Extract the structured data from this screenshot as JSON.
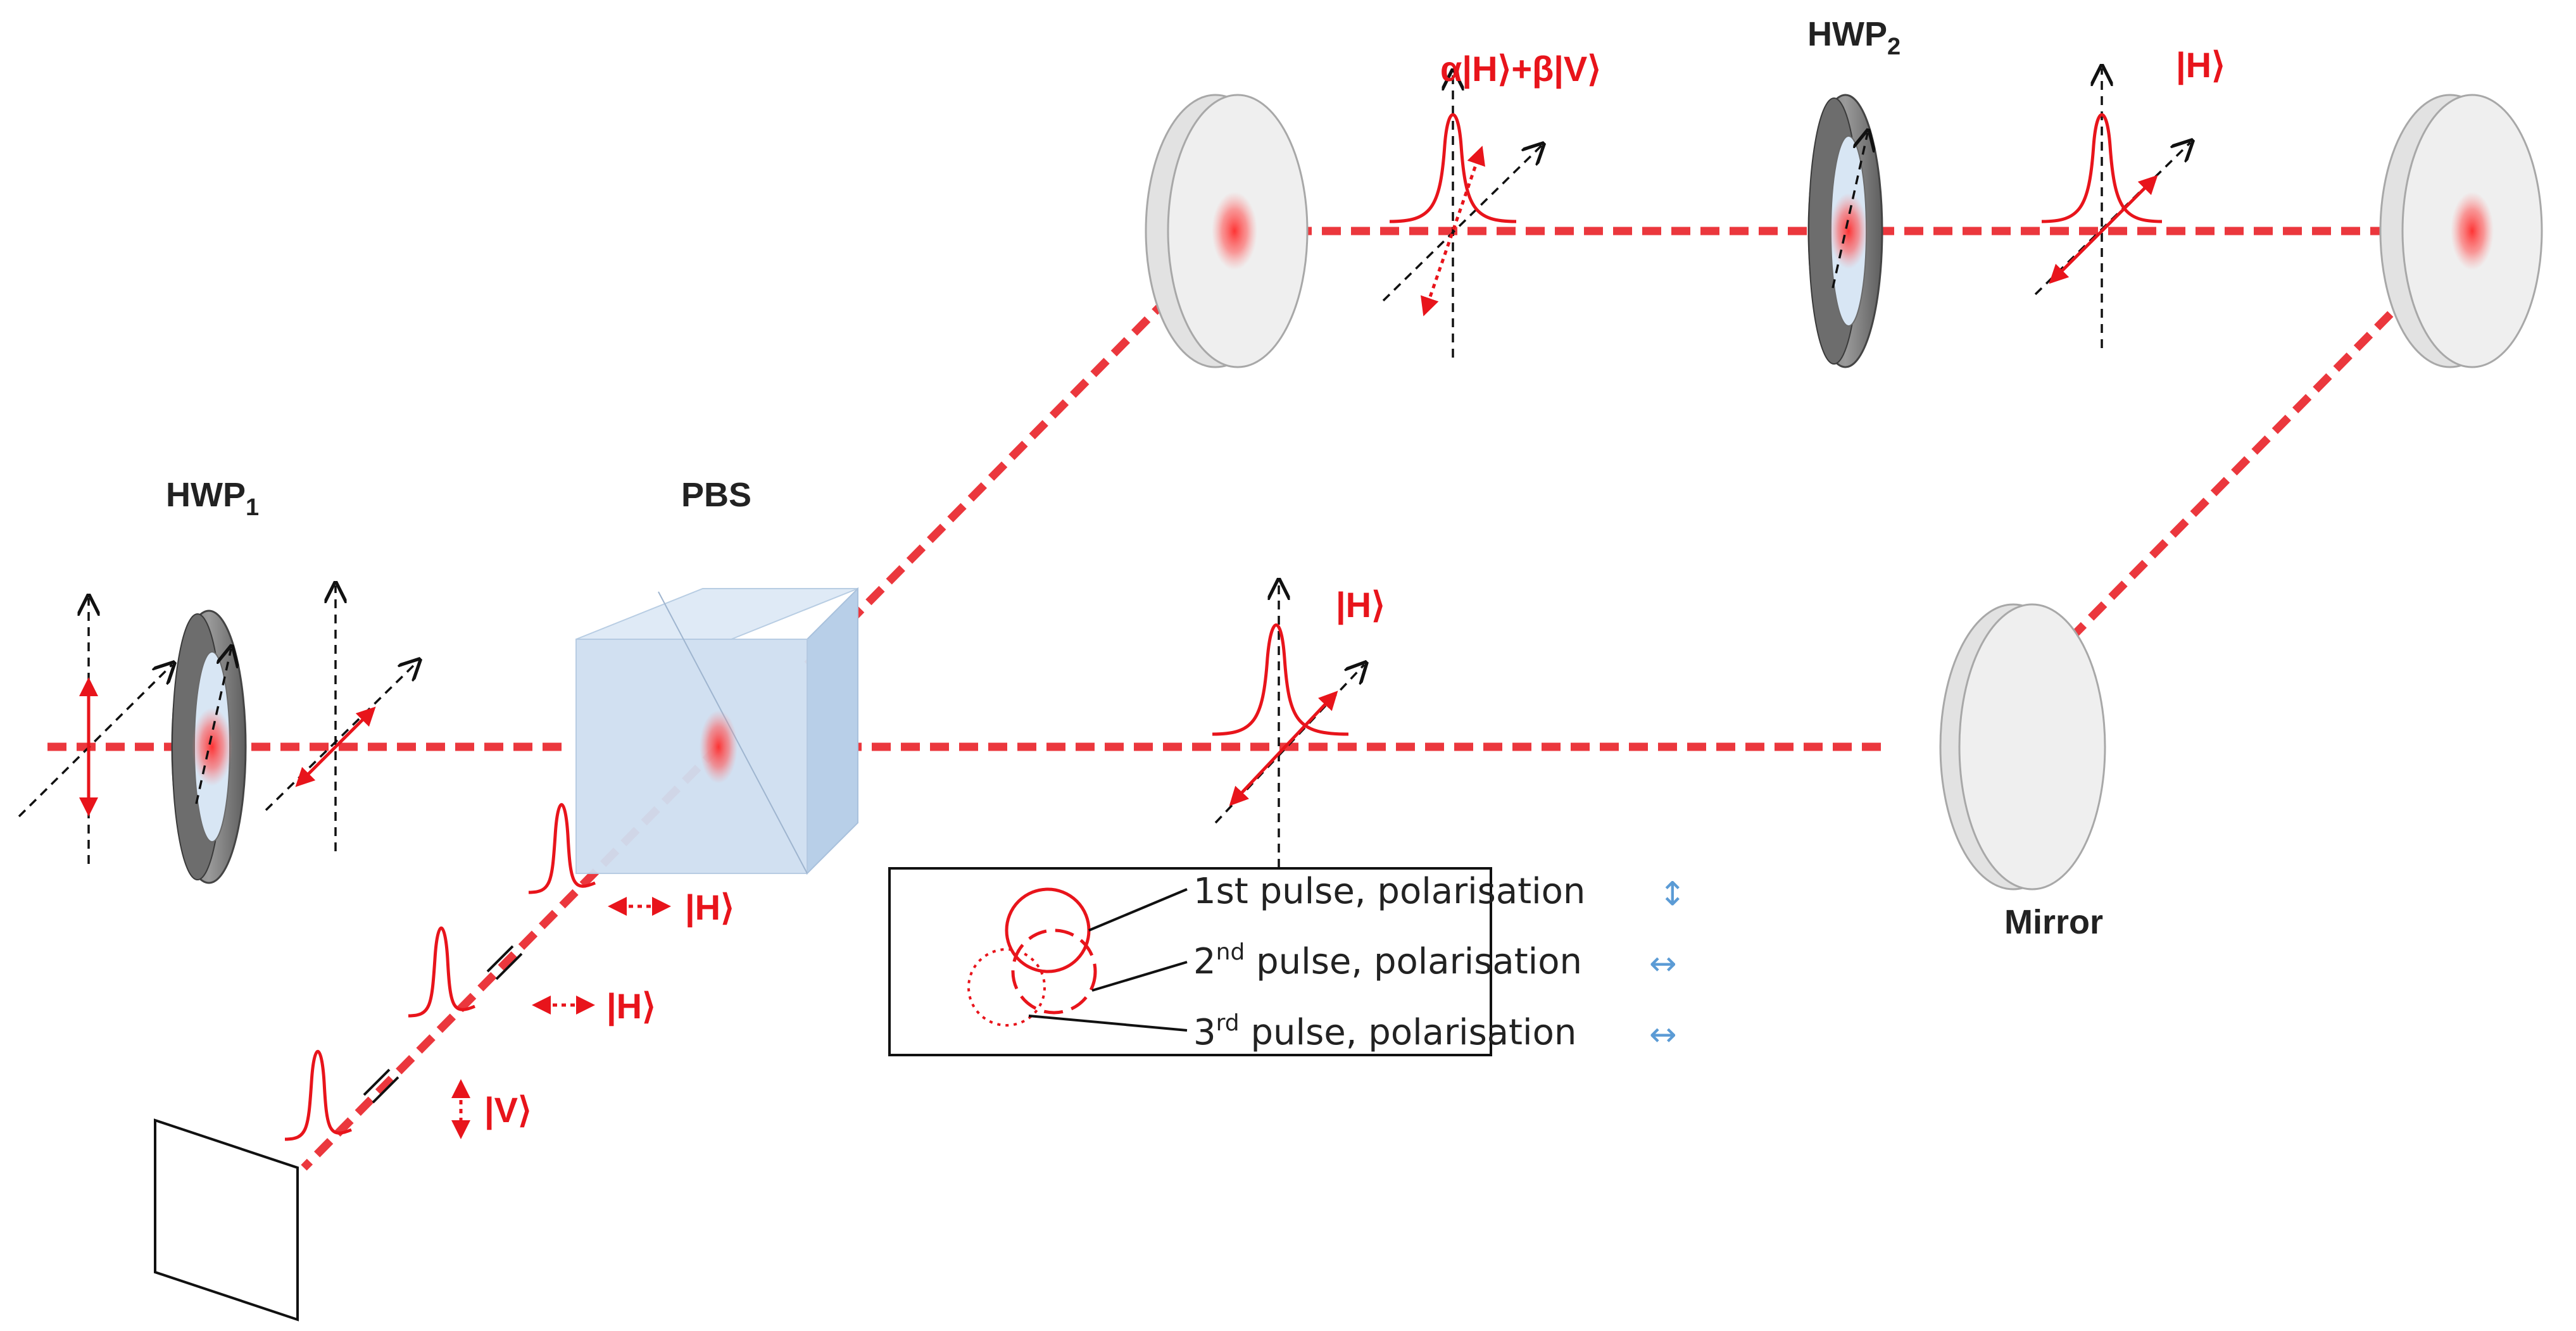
{
  "labels": {
    "hwp1": "HWP",
    "hwp1_sub": "1",
    "hwp2": "HWP",
    "hwp2_sub": "2",
    "pbs": "PBS",
    "mirror": "Mirror"
  },
  "states": {
    "superposition": "α|H⟩+β|V⟩",
    "h_top": "|H⟩",
    "h_mid": "|H⟩",
    "h_pulse1": "|H⟩",
    "h_pulse2": "|H⟩",
    "v_pulse3": "|V⟩"
  },
  "legend": {
    "items": [
      {
        "ord": "1st",
        "sup": "",
        "text": " pulse, polarisation",
        "glyph": "↕"
      },
      {
        "ord": "2",
        "sup": "nd",
        "text": "  pulse, polarisation",
        "glyph": "↔"
      },
      {
        "ord": "3",
        "sup": "rd",
        "text": " pulse, polarisation",
        "glyph": "↔"
      }
    ]
  },
  "colors": {
    "beam": "#e8141b",
    "legend_glyph": "#5b9bd5",
    "pbs_cube": "#c9dcf0"
  }
}
